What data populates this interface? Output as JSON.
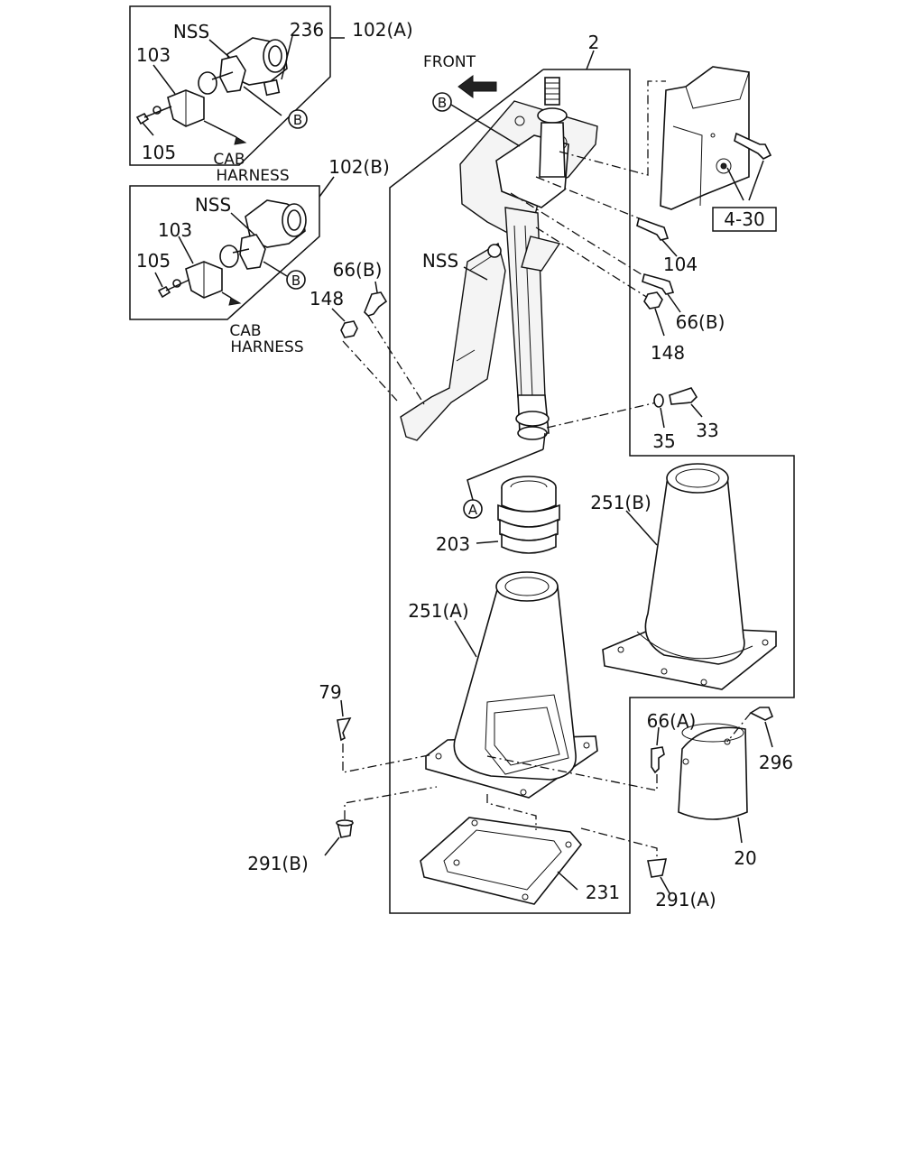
{
  "labels": {
    "nss_a": "NSS",
    "p236": "236",
    "p102a": "102(A)",
    "p103_a": "103",
    "p105_a": "105",
    "circle_b_a": "B",
    "cab_harness_a_line1": "CAB",
    "cab_harness_a_line2": "HARNESS",
    "p102b": "102(B)",
    "nss_b": "NSS",
    "p103_b": "103",
    "p105_b": "105",
    "circle_b_b": "B",
    "cab_harness_b_line1": "CAB",
    "cab_harness_b_line2": "HARNESS",
    "p66b_left": "66(B)",
    "p148_left": "148",
    "nss_main": "NSS",
    "front": "FRONT",
    "p2": "2",
    "circle_b_main": "B",
    "ref_4_30": "4-30",
    "p104": "104",
    "p66b_right": "66(B)",
    "p148_right": "148",
    "p35": "35",
    "p33": "33",
    "circle_a": "A",
    "p203": "203",
    "p251b": "251(B)",
    "p251a": "251(A)",
    "p79": "79",
    "p66a": "66(A)",
    "p296": "296",
    "p20": "20",
    "p291b": "291(B)",
    "p231": "231",
    "p291a": "291(A)"
  }
}
